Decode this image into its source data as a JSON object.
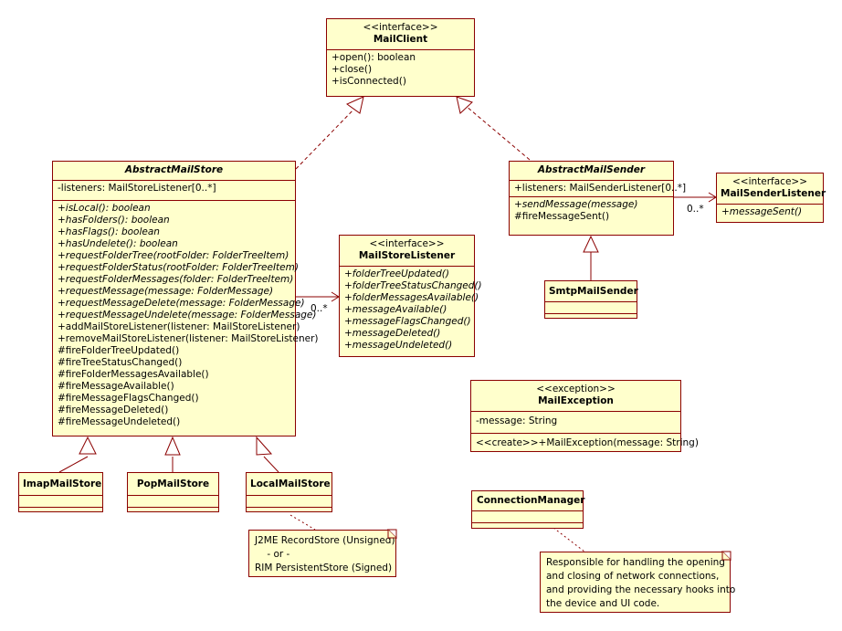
{
  "classes": {
    "mail_client": {
      "stereotype": "<<interface>>",
      "name": "MailClient",
      "operations": [
        "+open(): boolean",
        "+close()",
        "+isConnected()"
      ]
    },
    "abstract_mail_store": {
      "name": "AbstractMailStore",
      "attributes": [
        "-listeners: MailStoreListener[0..*]"
      ],
      "abstract_operations": [
        "+isLocal(): boolean",
        "+hasFolders(): boolean",
        "+hasFlags(): boolean",
        "+hasUndelete(): boolean",
        "+requestFolderTree(rootFolder: FolderTreeItem)",
        "+requestFolderStatus(rootFolder: FolderTreeItem)",
        "+requestFolderMessages(folder: FolderTreeItem)",
        "+requestMessage(message: FolderMessage)",
        "+requestMessageDelete(message: FolderMessage)",
        "+requestMessageUndelete(message: FolderMessage)"
      ],
      "operations": [
        "+addMailStoreListener(listener: MailStoreListener)",
        "+removeMailStoreListener(listener: MailStoreListener)",
        "#fireFolderTreeUpdated()",
        "#fireTreeStatusChanged()",
        "#fireFolderMessagesAvailable()",
        "#fireMessageAvailable()",
        "#fireMessageFlagsChanged()",
        "#fireMessageDeleted()",
        "#fireMessageUndeleted()"
      ]
    },
    "mail_store_listener": {
      "stereotype": "<<interface>>",
      "name": "MailStoreListener",
      "operations": [
        "+folderTreeUpdated()",
        "+folderTreeStatusChanged()",
        "+folderMessagesAvailable()",
        "+messageAvailable()",
        "+messageFlagsChanged()",
        "+messageDeleted()",
        "+messageUndeleted()"
      ]
    },
    "abstract_mail_sender": {
      "name": "AbstractMailSender",
      "attributes": [
        "+listeners: MailSenderListener[0..*]"
      ],
      "abstract_operations": [
        "+sendMessage(message)"
      ],
      "operations": [
        "#fireMessageSent()"
      ]
    },
    "mail_sender_listener": {
      "stereotype": "<<interface>>",
      "name": "MailSenderListener",
      "operations": [
        "+messageSent()"
      ]
    },
    "smtp_mail_sender": {
      "name": "SmtpMailSender"
    },
    "mail_exception": {
      "stereotype": "<<exception>>",
      "name": "MailException",
      "attributes": [
        "-message: String"
      ],
      "operations": [
        "<<create>>+MailException(message: String)"
      ]
    },
    "imap_mail_store": {
      "name": "ImapMailStore"
    },
    "pop_mail_store": {
      "name": "PopMailStore"
    },
    "local_mail_store": {
      "name": "LocalMailStore"
    },
    "connection_manager": {
      "name": "ConnectionManager"
    }
  },
  "notes": {
    "store_note": [
      "J2ME RecordStore (Unsigned)",
      "    - or -",
      "RIM PersistentStore (Signed)"
    ],
    "conn_note": [
      "Responsible for handling the opening",
      "and closing of network connections,",
      "and providing the necessary hooks into",
      "the device and UI code."
    ]
  },
  "multiplicities": {
    "store_listener": "0..*",
    "sender_listener": "0..*"
  },
  "colors": {
    "fill": "#ffffcc",
    "border": "#8b0000"
  }
}
